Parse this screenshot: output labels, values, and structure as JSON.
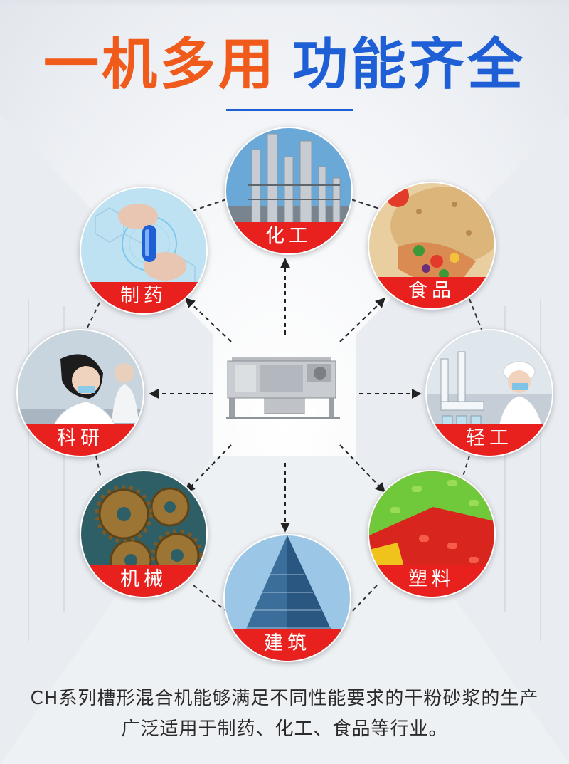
{
  "headline": {
    "part1": "一机多用",
    "part2": "功能齐全",
    "part1_color": "#f05a1a",
    "part2_color": "#1f5fd6"
  },
  "center": {
    "icon": "trough-mixer-machine-icon"
  },
  "nodes": [
    {
      "label": "化工",
      "icon": "chemical-plant-icon"
    },
    {
      "label": "食品",
      "icon": "food-wrap-icon"
    },
    {
      "label": "轻工",
      "icon": "lab-worker-icon"
    },
    {
      "label": "塑料",
      "icon": "plastic-pellets-icon"
    },
    {
      "label": "建筑",
      "icon": "skyscraper-icon"
    },
    {
      "label": "机械",
      "icon": "gears-icon"
    },
    {
      "label": "科研",
      "icon": "researcher-icon"
    },
    {
      "label": "制药",
      "icon": "capsule-icon"
    }
  ],
  "description": {
    "line1": "CH系列槽形混合机能够满足不同性能要求的干粉砂浆的生产",
    "line2": "广泛适用于制药、化工、食品等行业。"
  },
  "colors": {
    "banner": "#e8211f",
    "banner_text": "#ffffff"
  }
}
